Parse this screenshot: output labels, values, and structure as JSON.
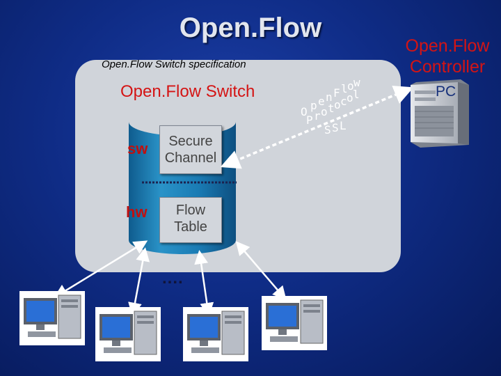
{
  "title": "Open.Flow",
  "switch": {
    "spec_label": "Open.Flow Switch specification",
    "label": "Open.Flow Switch",
    "sw_label": "sw",
    "hw_label": "hw",
    "secure_channel": [
      "Secure",
      "Channel"
    ],
    "flow_table": [
      "Flow",
      "Table"
    ],
    "more_label": "...."
  },
  "controller": {
    "label_lines": [
      "Open.Flow",
      "Controller"
    ],
    "pc_label": "PC"
  },
  "link": {
    "protocol_line1": [
      "O",
      "p",
      "e",
      "n",
      "F",
      "l",
      "o",
      "w"
    ],
    "protocol_line2": [
      "P",
      "r",
      "o",
      "t",
      "o",
      "c",
      "o",
      "l"
    ],
    "ssl": [
      "S",
      "S",
      "L"
    ]
  },
  "colors": {
    "background": "#0f2c86",
    "panel": "#d0d4da",
    "cylinder": "#1a7bb4",
    "red_text": "#d41414"
  }
}
